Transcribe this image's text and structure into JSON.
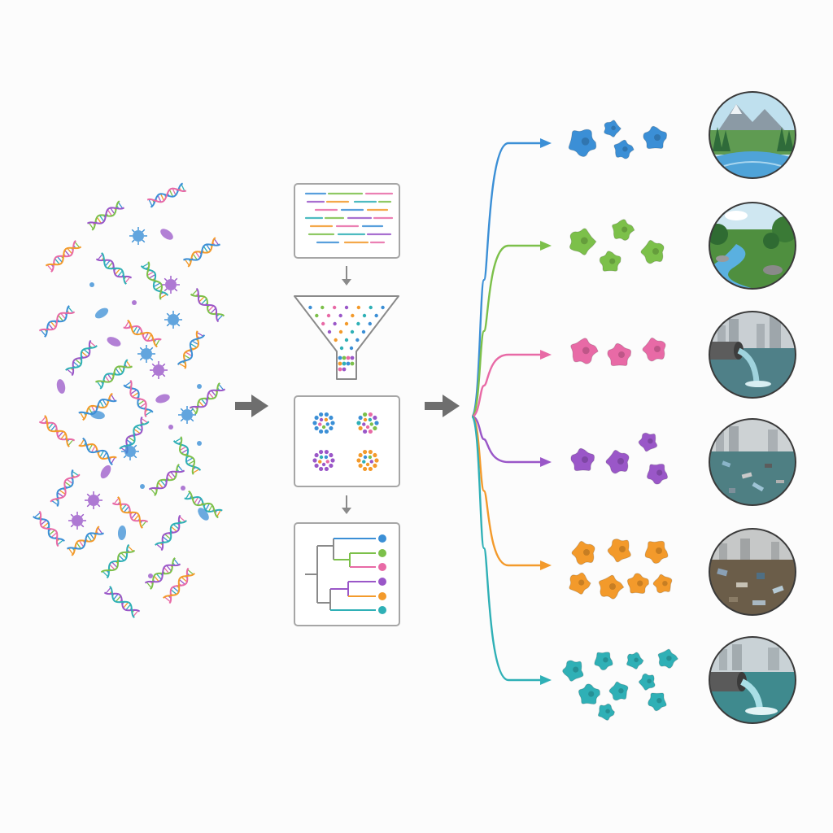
{
  "colors": {
    "background": "#fcfcfc",
    "panel_border": "#a6a6a6",
    "arrow": "#6e6e6e",
    "small_arrow": "#8a8a8a",
    "dna_palette": [
      "#3b8fd6",
      "#7cc04a",
      "#e86aa6",
      "#9a57c8",
      "#f39a2b",
      "#2fb0b6"
    ]
  },
  "microbe_pool": {
    "helix_count": 30,
    "microbe_count": 26,
    "icon": "dna-double-helix-icon"
  },
  "pipeline": {
    "step1": {
      "name": "sequence-reads-panel",
      "icon": "sequence-reads-icon"
    },
    "step2": {
      "name": "filter-funnel",
      "icon": "funnel-icon"
    },
    "step3": {
      "name": "clustering-panel",
      "icon": "clusters-icon",
      "cluster_colors": [
        "#3b8fd6",
        "#a0a0a0",
        "#9a57c8",
        "#f39a2b"
      ]
    },
    "step4": {
      "name": "phylogenetic-tree-panel",
      "icon": "tree-icon"
    }
  },
  "groups": [
    {
      "id": "pristine-mountain-lake",
      "color": "#3b8fd6",
      "blob_count": 4,
      "environment_icon": "mountain-lake-icon"
    },
    {
      "id": "forest-stream",
      "color": "#7cc04a",
      "blob_count": 4,
      "environment_icon": "forest-river-icon"
    },
    {
      "id": "industrial-outfall",
      "color": "#e86aa6",
      "blob_count": 3,
      "environment_icon": "outfall-pipe-icon"
    },
    {
      "id": "polluted-harbor",
      "color": "#9a57c8",
      "blob_count": 4,
      "environment_icon": "polluted-water-icon"
    },
    {
      "id": "landfill-sediment",
      "color": "#f39a2b",
      "blob_count": 7,
      "environment_icon": "landfill-icon"
    },
    {
      "id": "wastewater-discharge",
      "color": "#2fb0b6",
      "blob_count": 9,
      "environment_icon": "wastewater-pipe-icon"
    }
  ]
}
